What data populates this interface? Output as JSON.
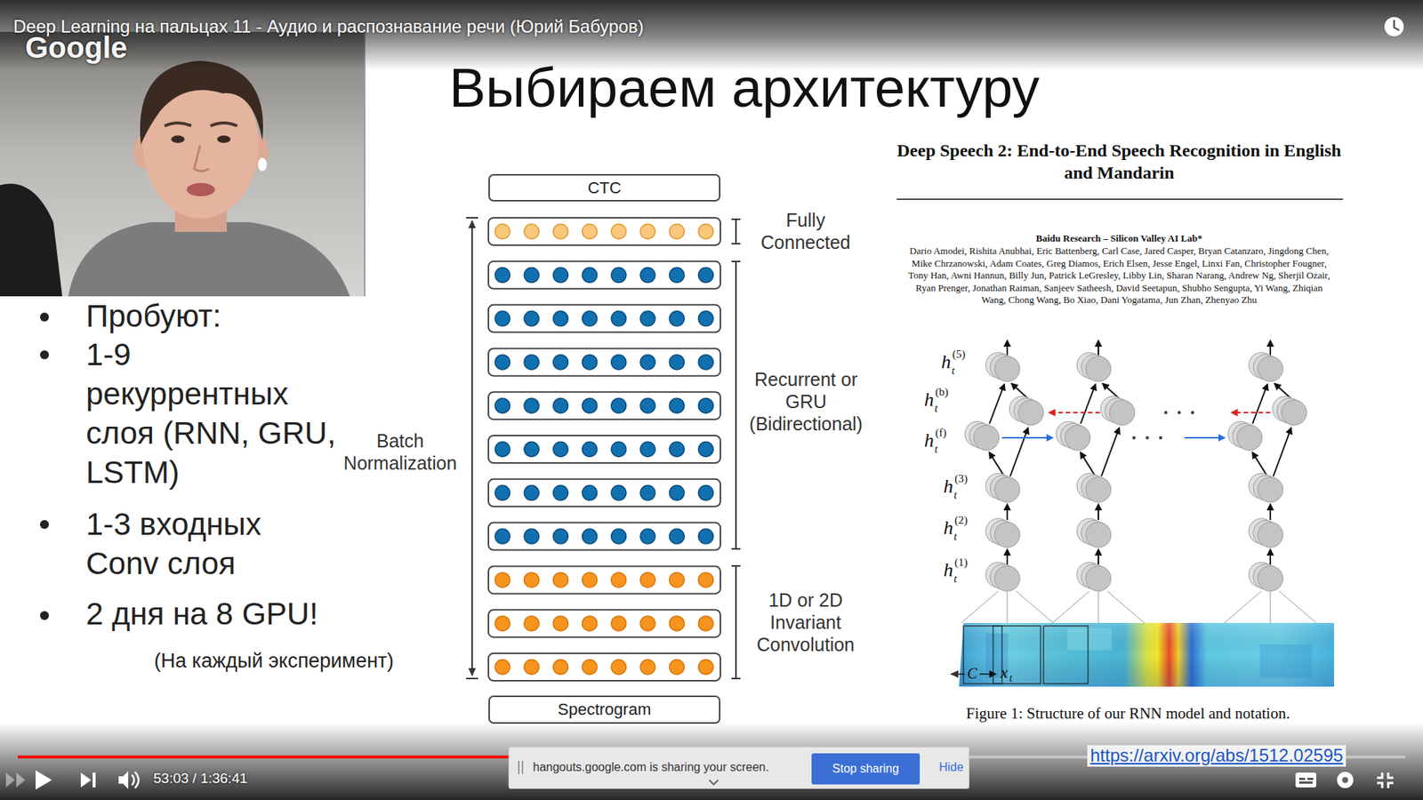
{
  "diagram": {
    "title": "Выбираем архитектуру",
    "caption": "Figure 1: Structure of our RNN model and notation.",
    "nodes": [
      {
        "text": [
          "CTC"
        ]
      },
      {
        "text": [
          "Spectrogram"
        ]
      },
      {
        "text": [
          "hangouts.google.com is sharing your screen.",
          "Hide"
        ]
      },
      {
        "text": [
          "Stop sharing"
        ],
        "in": 2
      }
    ],
    "labels": [
      "Deep Learning на пальцах 11 - Аудио и распознавание речи (Юрий Бабуров)",
      "Google",
      "Пробуют:",
      "1-9 рекуррентных слоя (RNN, GRU, LSTM)",
      "1-3 входных Conv слоя",
      "2 дня на 8 GPU!",
      "(На каждый эксперимент)",
      "Batch Normalization",
      "Fully Connected",
      "Recurrent or GRU (Bidirectional)",
      "1D or 2D Invariant Convolution",
      "Deep Speech 2: End-to-End Speech Recognition in English and Mandarin",
      "Baidu Research – Silicon Valley AI Lab*",
      "Dario Amodei, Rishita Anubhai, Eric Battenberg, Carl Case, Jared Casper, Bryan Catanzaro, Jingdong Chen, Mike Chrzanowski, Adam Coates, Greg Diamos, Erich Elsen, Jesse Engel, Linxi Fan, Christopher Fougner, Tony Han, Awni Hannun, Billy Jun, Patrick LeGresley, Libby Lin, Sharan Narang, Andrew Ng, Sherjil Ozair, Ryan Prenger, Jonathan Raiman, Sanjeev Satheesh, David Seetapun, Shubho Sengupta, Yi Wang, Zhiqian Wang, Chong Wang, Bo Xiao, Dani Yogatama, Jun Zhan, Zhenyao Zhu",
      "h",
      "t",
      "(5)",
      "h",
      "t",
      "(b)",
      "h",
      "t",
      "(f)",
      "h",
      "t",
      "(3)",
      "h",
      "t",
      "(2)",
      "h",
      "t",
      "(1)",
      "C",
      "x",
      "t",
      "53:03 / 1:36:41",
      "https://arxiv.org/abs/1512.02595"
    ]
  }
}
